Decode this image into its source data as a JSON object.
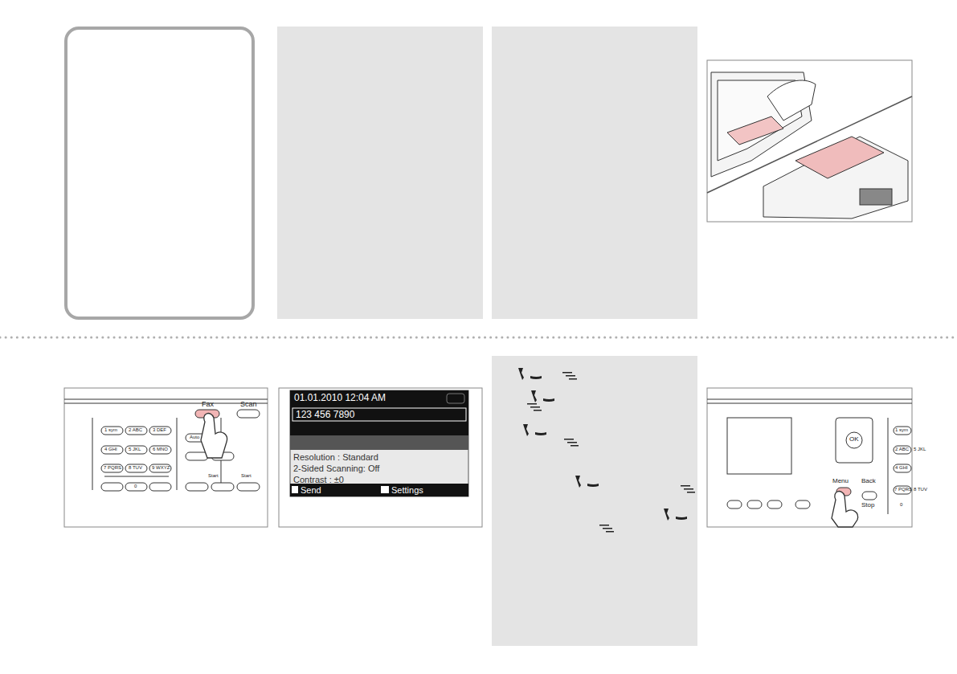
{
  "diagram": {
    "labels": [
      "01.01.2010 12:04 AM",
      "123 456 7890",
      "Resolution : Standard",
      "2-Sided Scanning: Off",
      "Contrast : ±0",
      "Send",
      "Settings",
      "Fax",
      "Scan",
      "Auto",
      "Start",
      "Start",
      "1 sym",
      "2 ABC",
      "3 DEF",
      "4 GHI",
      "5 JKL",
      "6 MNO",
      "7 PQRS",
      "8 TUV",
      "9 WXYZ",
      "0",
      "Menu",
      "Back",
      "Stop",
      "OK",
      "1 sym",
      "2 ABC",
      "4 GHI",
      "5 JKL",
      "7 PQRS",
      "8 TUV",
      "0"
    ]
  }
}
